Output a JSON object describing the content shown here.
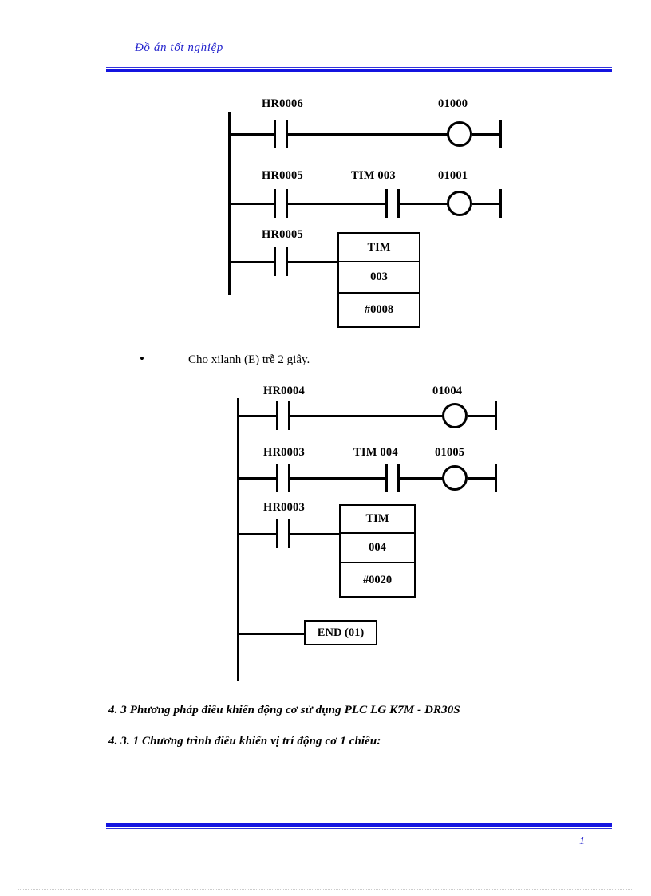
{
  "header": {
    "title": "Đồ án tốt nghiệp"
  },
  "footer": {
    "page_number": "1"
  },
  "diagram1": {
    "rung1": {
      "contact_label": "HR0006",
      "coil_label": "01000"
    },
    "rung2": {
      "contact1_label": "HR0005",
      "contact2_label": "TIM  003",
      "coil_label": "01001"
    },
    "rung3": {
      "contact_label": "HR0005",
      "block": {
        "line1": "TIM",
        "line2": "003",
        "line3": "#0008"
      }
    }
  },
  "bullet": {
    "marker": "•",
    "text": "Cho xilanh  (E) trễ 2 giây."
  },
  "diagram2": {
    "rung1": {
      "contact_label": "HR0004",
      "coil_label": "01004"
    },
    "rung2": {
      "contact1_label": "HR0003",
      "contact2_label": "TIM  004",
      "coil_label": "01005"
    },
    "rung3": {
      "contact_label": "HR0003",
      "block": {
        "line1": "TIM",
        "line2": "004",
        "line3": "#0020"
      }
    },
    "end_instruction": "END (01)"
  },
  "headings": {
    "section": "4. 3 Phương pháp điều khiển động cơ sử dụng PLC LG K7M - DR30S",
    "subsection": "4. 3. 1 Chương trình điều khiển vị trí động cơ 1 chiều:"
  },
  "colors": {
    "accent_blue": "#1414e0",
    "text_black": "#000000"
  }
}
